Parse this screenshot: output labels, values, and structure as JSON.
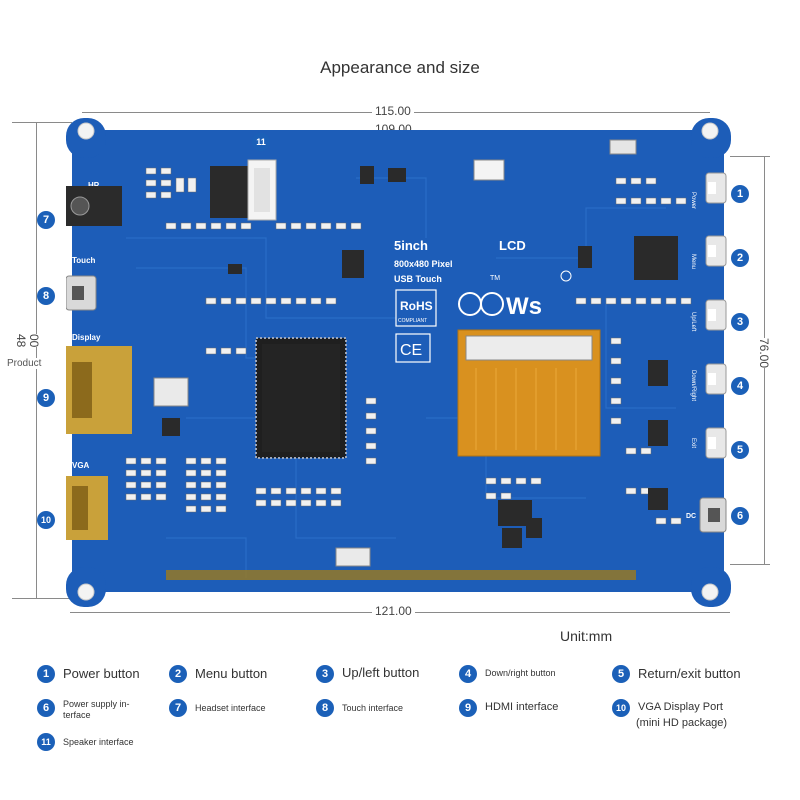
{
  "title": "Appearance and size",
  "dimensions": {
    "top_outer": "115.00",
    "top_inner": "109.00",
    "bottom": "121.00",
    "left_a": "48",
    "left_b": "00",
    "left_label": "Product",
    "right": "76.00"
  },
  "unit": "Unit:mm",
  "board": {
    "product_line1": "5inch",
    "product_line2": "LCD",
    "spec_line1": "800x480 Pixel",
    "spec_line2": "USB Touch",
    "rohs": "RoHS",
    "rohs_sub": "COMPLIANT",
    "ce": "CE",
    "brand": "Ws",
    "tm": "TM",
    "silk_hp": "HP",
    "silk_touch": "Touch",
    "silk_display": "Display",
    "silk_vga": "VGA",
    "silk_power": "Power",
    "silk_menu": "Menu",
    "silk_upleft": "Up/Left",
    "silk_downright": "Down/Right",
    "silk_exit": "Exit",
    "silk_dc": "DC"
  },
  "callouts": [
    "1",
    "2",
    "3",
    "4",
    "5",
    "6",
    "7",
    "8",
    "9",
    "10",
    "11"
  ],
  "legend": [
    {
      "num": "1",
      "label": "Power button"
    },
    {
      "num": "2",
      "label": "Menu button"
    },
    {
      "num": "3",
      "label": "Up/left button"
    },
    {
      "num": "4",
      "label": "Down/right button"
    },
    {
      "num": "5",
      "label": "Return/exit button"
    },
    {
      "num": "6",
      "label": "Power supply in-terface"
    },
    {
      "num": "7",
      "label": "Headset interface"
    },
    {
      "num": "8",
      "label": "Touch interface"
    },
    {
      "num": "9",
      "label": "HDMI interface"
    },
    {
      "num": "10",
      "label": "VGA Display Port"
    },
    {
      "num": "10",
      "label": "(mini HD package)"
    },
    {
      "num": "11",
      "label": "Speaker interface"
    }
  ],
  "colors": {
    "pcb": "#1d5db8",
    "pcb_dark": "#164a98",
    "callout": "#1b60b8",
    "connector_gold": "#c9a13a",
    "flex_cable": "#d9911f"
  }
}
